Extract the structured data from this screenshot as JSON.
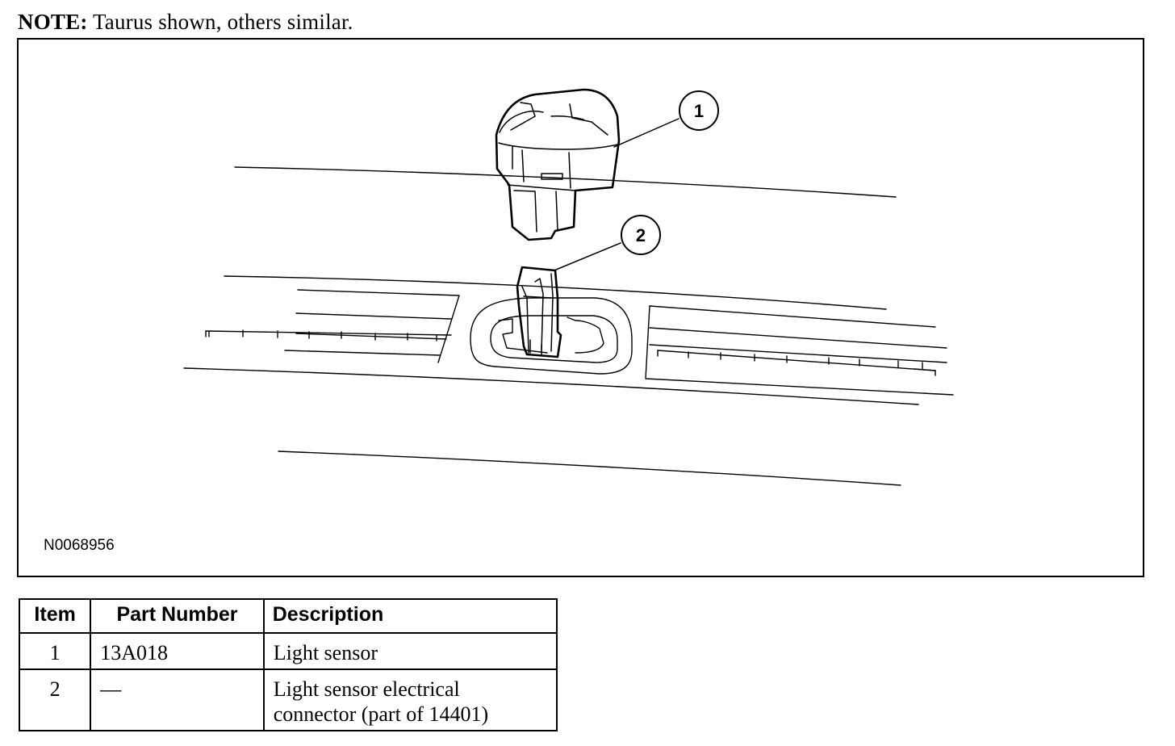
{
  "note": {
    "label": "NOTE:",
    "text": " Taurus shown, others similar."
  },
  "figure": {
    "id": "N0068956",
    "callouts": [
      {
        "number": "1"
      },
      {
        "number": "2"
      }
    ]
  },
  "table": {
    "headers": [
      "Item",
      "Part Number",
      "Description"
    ],
    "rows": [
      {
        "item": "1",
        "part_number": "13A018",
        "description": "Light sensor"
      },
      {
        "item": "2",
        "part_number": "—",
        "description": "Light sensor electrical connector (part of 14401)"
      }
    ]
  }
}
